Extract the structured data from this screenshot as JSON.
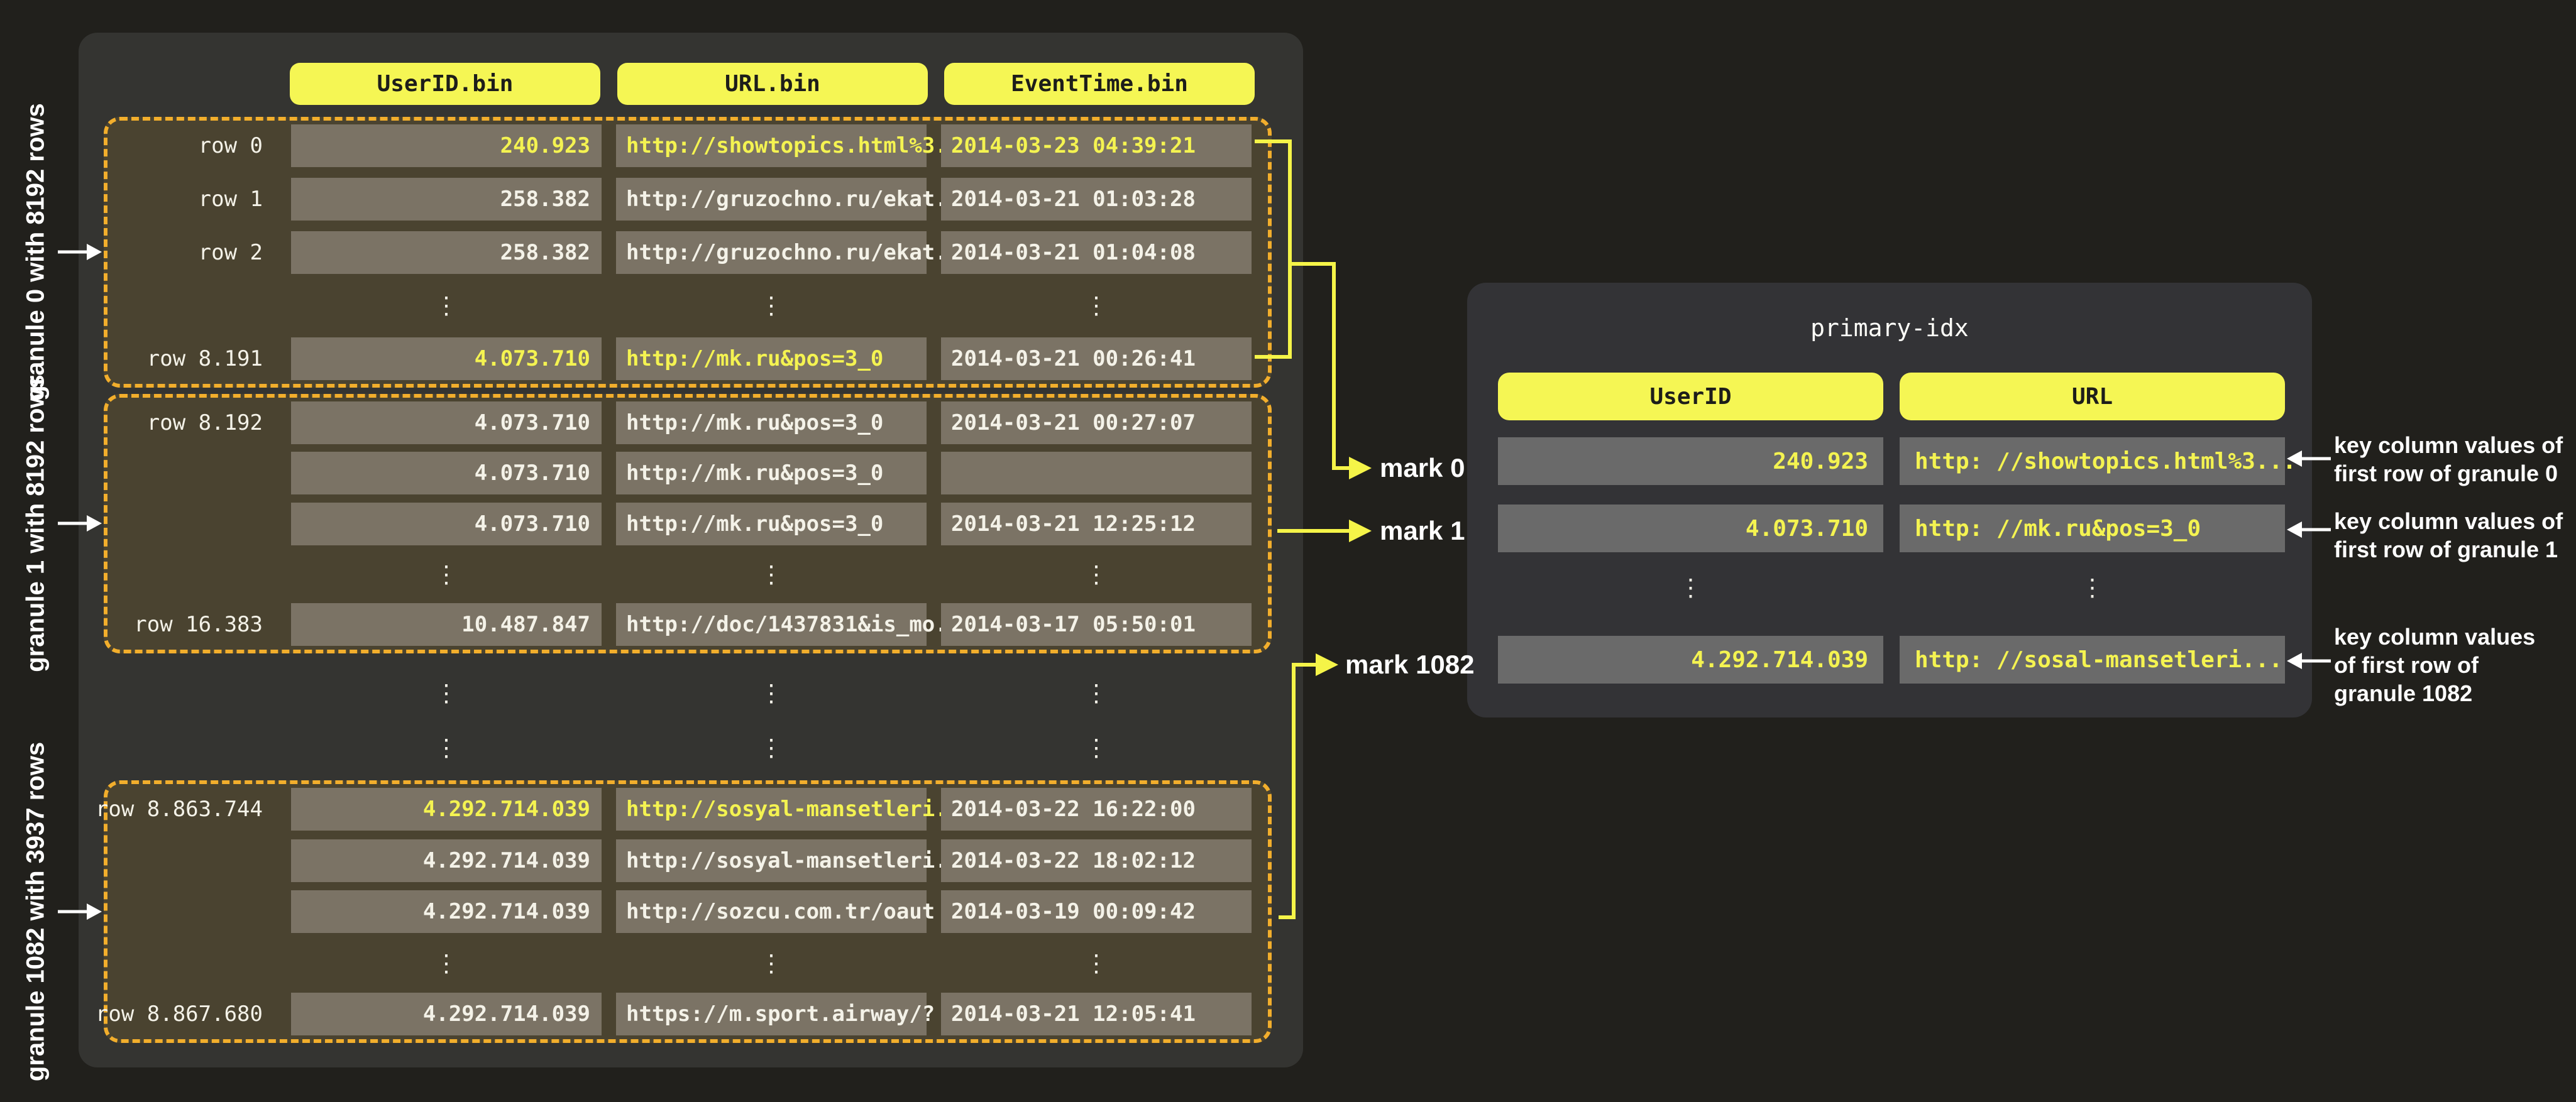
{
  "colors": {
    "page_bg": "#21201c",
    "panel_bg": "#343431",
    "accent_yellow": "#f5f654",
    "wire_yellow": "#f5f448",
    "dashed_orange": "#f2ae2c",
    "granule_bg": "#4a4330",
    "granule_cell_bg": "#7b7365",
    "index_cell_bg": "#6a6a6a",
    "highlight_text": "#f4f351",
    "light_text": "#f4f2e8",
    "white": "#ffffff"
  },
  "ellipsis_glyph": "⋮",
  "left_panel": {
    "columns": [
      {
        "label": "UserID.bin"
      },
      {
        "label": "URL.bin"
      },
      {
        "label": "EventTime.bin"
      }
    ],
    "granules": [
      {
        "side_label": "granule 0 with 8192 rows",
        "rows": [
          {
            "label": "row 0",
            "user_id": "240.923",
            "url": "http://showtopics.html%3...",
            "event_time": "2014-03-23 04:39:21",
            "hl": [
              "user_id",
              "url",
              "event_time"
            ]
          },
          {
            "label": "row 1",
            "user_id": "258.382",
            "url": "http://gruzochno.ru/ekat...",
            "event_time": "2014-03-21 01:03:28",
            "hl": []
          },
          {
            "label": "row 2",
            "user_id": "258.382",
            "url": "http://gruzochno.ru/ekat...",
            "event_time": "2014-03-21 01:04:08",
            "hl": []
          },
          {
            "ellipsis": true
          },
          {
            "label": "row 8.191",
            "user_id": "4.073.710",
            "url": "http://mk.ru&pos=3_0",
            "event_time": "2014-03-21 00:26:41",
            "hl": [
              "user_id",
              "url"
            ]
          }
        ]
      },
      {
        "side_label": "granule 1 with 8192 rows",
        "rows": [
          {
            "label": "row 8.192",
            "user_id": "4.073.710",
            "url": "http://mk.ru&pos=3_0",
            "event_time": "2014-03-21 00:27:07",
            "hl": []
          },
          {
            "label": "",
            "user_id": "4.073.710",
            "url": "http://mk.ru&pos=3_0",
            "event_time": "",
            "hl": []
          },
          {
            "label": "",
            "user_id": "4.073.710",
            "url": "http://mk.ru&pos=3_0",
            "event_time": "2014-03-21 12:25:12",
            "hl": []
          },
          {
            "ellipsis": true
          },
          {
            "label": "row 16.383",
            "user_id": "10.487.847",
            "url": "http://doc/1437831&is_mo...",
            "event_time": "2014-03-17 05:50:01",
            "hl": []
          }
        ]
      },
      {
        "side_label": "granule 1082 with 3937 rows",
        "rows": [
          {
            "label": "row 8.863.744",
            "user_id": "4.292.714.039",
            "url": "http://sosyal-mansetleri...",
            "event_time": "2014-03-22 16:22:00",
            "hl": [
              "user_id",
              "url"
            ]
          },
          {
            "label": "",
            "user_id": "4.292.714.039",
            "url": "http://sosyal-mansetleri...",
            "event_time": "2014-03-22 18:02:12",
            "hl": []
          },
          {
            "label": "",
            "user_id": "4.292.714.039",
            "url": "http://sozcu.com.tr/oaut",
            "event_time": "2014-03-19 00:09:42",
            "hl": []
          },
          {
            "ellipsis": true
          },
          {
            "label": "row 8.867.680",
            "user_id": "4.292.714.039",
            "url": "https://m.sport.airway/?",
            "event_time": "2014-03-21 12:05:41",
            "hl": []
          }
        ]
      }
    ]
  },
  "primary_index": {
    "title": "primary-idx",
    "columns": [
      {
        "label": "UserID"
      },
      {
        "label": "URL"
      }
    ],
    "rows": [
      {
        "user_id": "240.923",
        "url": "http: //showtopics.html%3..."
      },
      {
        "user_id": "4.073.710",
        "url": "http: //mk.ru&pos=3_0"
      },
      {
        "ellipsis": true
      },
      {
        "user_id": "4.292.714.039",
        "url": "http: //sosal-mansetleri..."
      }
    ]
  },
  "marks": [
    {
      "label": "mark 0"
    },
    {
      "label": "mark 1"
    },
    {
      "label": "mark 1082"
    }
  ],
  "annotations": [
    {
      "text": "key column values of\nfirst row of granule 0"
    },
    {
      "text": "key column values of\nfirst row of granule 1"
    },
    {
      "text": "key column values\nof first row of\ngranule 1082"
    }
  ]
}
